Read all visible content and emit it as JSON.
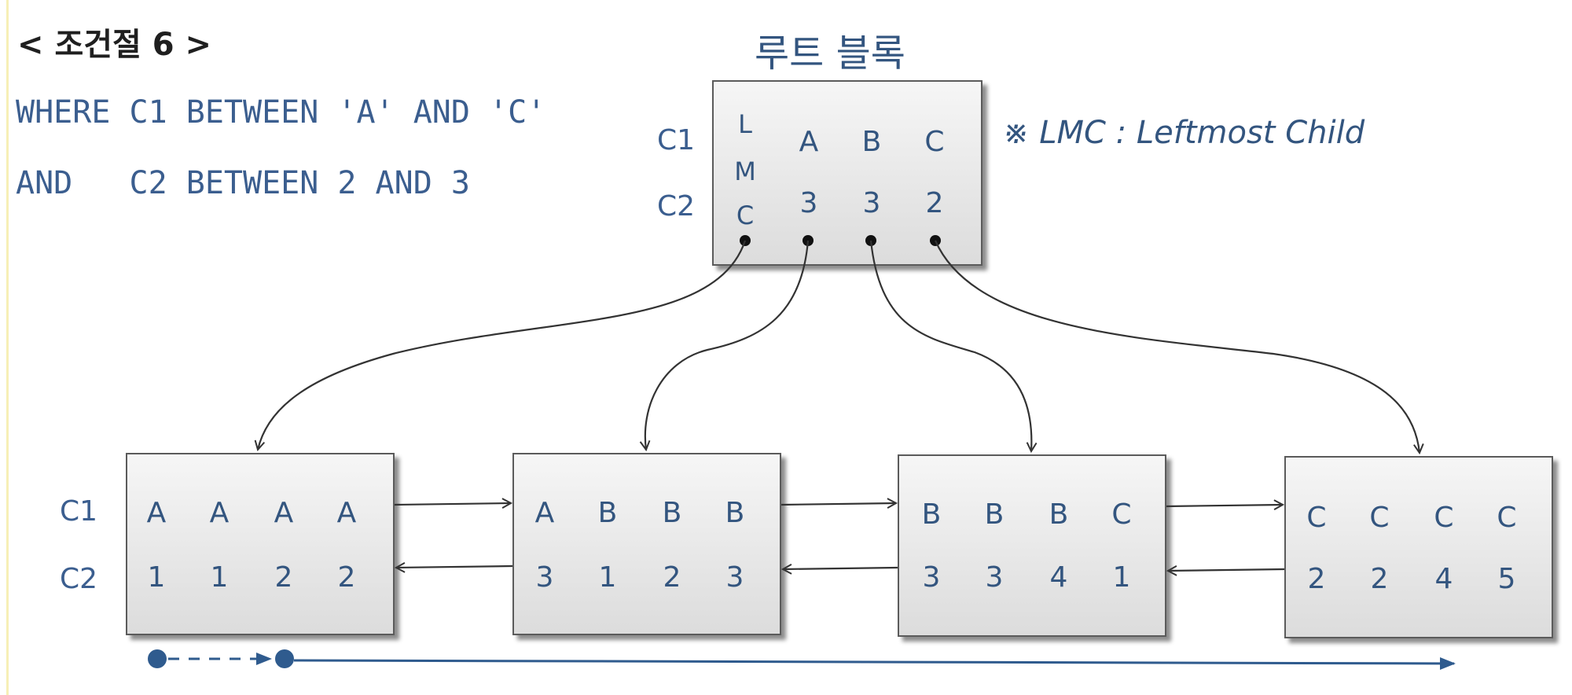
{
  "title": "< 조건절 6 >",
  "sql": {
    "line1": "WHERE C1 BETWEEN 'A' AND 'C'",
    "line2": "AND   C2 BETWEEN 2 AND 3"
  },
  "root": {
    "title": "루트 블록",
    "lmc_chars": [
      "L",
      "M",
      "C"
    ],
    "c1": [
      "A",
      "B",
      "C"
    ],
    "c2": [
      "3",
      "3",
      "2"
    ]
  },
  "note": "※ LMC : Leftmost Child",
  "labels": {
    "c1": "C1",
    "c2": "C2"
  },
  "leaves": [
    {
      "c1": [
        "A",
        "A",
        "A",
        "A"
      ],
      "c2": [
        "1",
        "1",
        "2",
        "2"
      ]
    },
    {
      "c1": [
        "A",
        "B",
        "B",
        "B"
      ],
      "c2": [
        "3",
        "1",
        "2",
        "3"
      ]
    },
    {
      "c1": [
        "B",
        "B",
        "B",
        "C"
      ],
      "c2": [
        "3",
        "3",
        "4",
        "1"
      ]
    },
    {
      "c1": [
        "C",
        "C",
        "C",
        "C"
      ],
      "c2": [
        "2",
        "2",
        "4",
        "5"
      ]
    }
  ],
  "colors": {
    "text_blue": "#33557f",
    "arrow": "#333333",
    "scan_line": "#2f5b8e"
  }
}
